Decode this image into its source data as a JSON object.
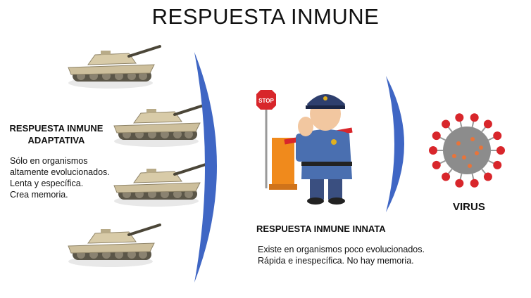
{
  "title": "RESPUESTA INMUNE",
  "adaptive": {
    "heading_line1": "RESPUESTA INMUNE",
    "heading_line2": "ADAPTATIVA",
    "lines": [
      "Sólo en organismos",
      "altamente evolucionados.",
      "Lenta y específica.",
      "Crea memoria."
    ]
  },
  "innate": {
    "heading": "RESPUESTA INMUNE INNATA",
    "lines": [
      "Existe en organismos poco evolucionados.",
      "Rápida e inespecífica. No hay memoria."
    ]
  },
  "virus_label": "VIRUS",
  "stop_sign_text": "STOP",
  "colors": {
    "arc": "#3f66c4",
    "tank": "#cdbf9c",
    "virus": "#8c8c8c",
    "spike": "#d8262b",
    "barrier": "#f08a1c",
    "uniform": "#4a6fb0"
  }
}
